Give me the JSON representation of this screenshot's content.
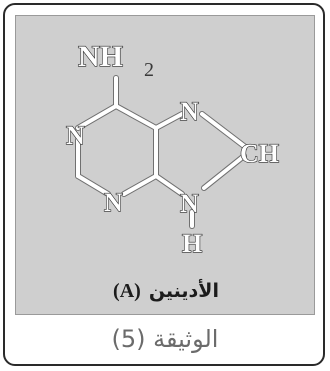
{
  "figure": {
    "atoms": {
      "amino_group": "NH",
      "amino_subscript": "2",
      "n_left": "N",
      "n_bottom": "N",
      "n_top_right": "N",
      "n_bottom_right": "N",
      "ch": "CH",
      "h_bottom": "H"
    },
    "caption": {
      "name": "الأدينين",
      "symbol": "(A)"
    },
    "document_label": "الوثيقة (5)"
  },
  "colors": {
    "panel_background": "#cfcfcf",
    "frame": "#2a2a2a",
    "doc_label_text": "#6b6b6b"
  }
}
